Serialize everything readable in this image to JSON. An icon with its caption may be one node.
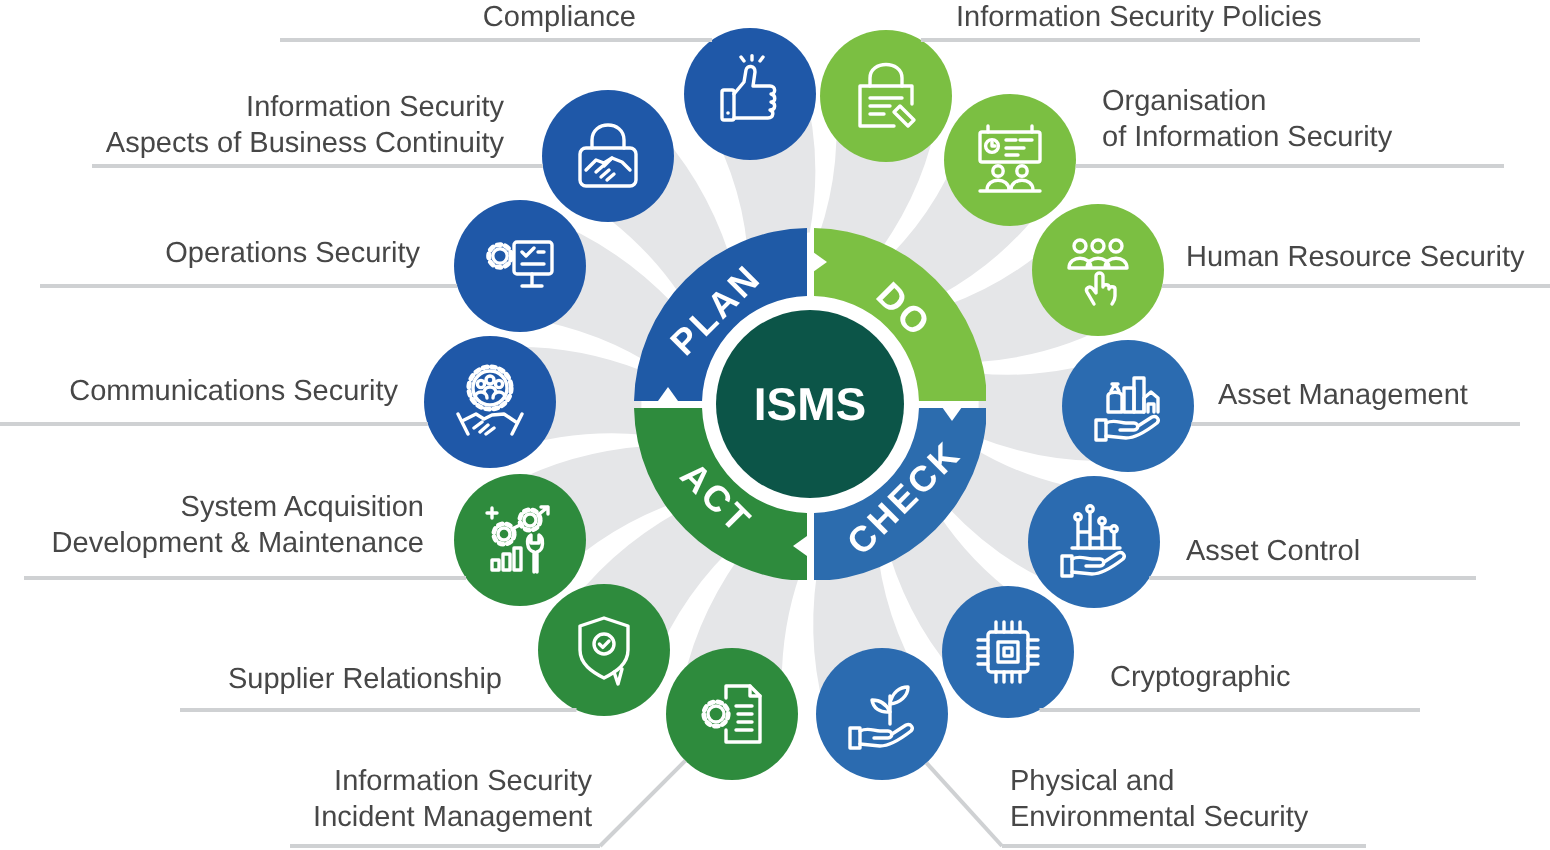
{
  "diagram": {
    "nodes": [
      {
        "text": [
          "ISMS"
        ]
      },
      {
        "text": [
          "PLAN"
        ]
      },
      {
        "text": [
          "DO"
        ]
      },
      {
        "text": [
          "CHECK"
        ]
      },
      {
        "text": [
          "ACT"
        ]
      },
      {
        "text": [
          "Compliance"
        ]
      },
      {
        "text": [],
        "shape": "circle"
      },
      {
        "text": [
          "Information Security Policies"
        ]
      },
      {
        "text": [],
        "shape": "circle"
      },
      {
        "text": [
          "Information Security Aspects of Business Continuity"
        ]
      },
      {
        "text": [],
        "shape": "circle"
      },
      {
        "text": [
          "Organisation of Information Security"
        ]
      },
      {
        "text": [],
        "shape": "circle"
      },
      {
        "text": [
          "Operations Security"
        ]
      },
      {
        "text": [],
        "shape": "circle"
      },
      {
        "text": [
          "Human Resource Security"
        ]
      },
      {
        "text": [],
        "shape": "circle"
      },
      {
        "text": [
          "Communications Security"
        ]
      },
      {
        "text": [],
        "shape": "circle"
      },
      {
        "text": [
          "Asset Management"
        ]
      },
      {
        "text": [],
        "shape": "circle"
      },
      {
        "text": [
          "System Acquisition Development & Maintenance"
        ]
      },
      {
        "text": [],
        "shape": "circle"
      },
      {
        "text": [
          "Asset Control"
        ]
      },
      {
        "text": [],
        "shape": "circle"
      },
      {
        "text": [
          "Supplier Relationship"
        ]
      },
      {
        "text": [],
        "shape": "circle"
      },
      {
        "text": [
          "Cryptographic"
        ]
      },
      {
        "text": [],
        "shape": "circle"
      },
      {
        "text": [
          "Information Security Incident Management"
        ]
      },
      {
        "text": [],
        "shape": "circle"
      },
      {
        "text": [
          "Physical and Environmental Security"
        ]
      },
      {
        "text": [],
        "shape": "circle"
      }
    ],
    "edges": [
      {
        "from": 1,
        "to": 2,
        "arrow": "to",
        "color": "#ffffff"
      },
      {
        "from": 2,
        "to": 3,
        "arrow": "to",
        "color": "#ffffff"
      },
      {
        "from": 3,
        "to": 4,
        "arrow": "to",
        "color": "#ffffff"
      },
      {
        "from": 4,
        "to": 1,
        "arrow": "to",
        "color": "#ffffff"
      },
      {
        "from": 5,
        "to": 6,
        "arrow": "none"
      },
      {
        "from": 7,
        "to": 8,
        "arrow": "none"
      },
      {
        "from": 9,
        "to": 10,
        "arrow": "none"
      },
      {
        "from": 11,
        "to": 12,
        "arrow": "none"
      },
      {
        "from": 13,
        "to": 14,
        "arrow": "none"
      },
      {
        "from": 15,
        "to": 16,
        "arrow": "none"
      },
      {
        "from": 17,
        "to": 18,
        "arrow": "none"
      },
      {
        "from": 19,
        "to": 20,
        "arrow": "none"
      },
      {
        "from": 21,
        "to": 22,
        "arrow": "none"
      },
      {
        "from": 23,
        "to": 24,
        "arrow": "none"
      },
      {
        "from": 25,
        "to": 26,
        "arrow": "none"
      },
      {
        "from": 27,
        "to": 28,
        "arrow": "none"
      },
      {
        "from": 29,
        "to": 30,
        "arrow": "none"
      },
      {
        "from": 31,
        "to": 32,
        "arrow": "none"
      }
    ]
  }
}
